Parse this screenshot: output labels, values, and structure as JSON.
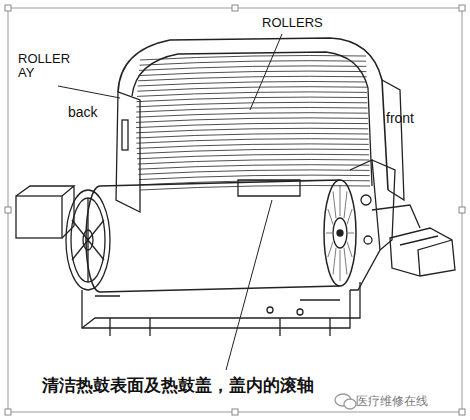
{
  "diagram": {
    "caption": "清洁热鼓表面及热鼓盖，盖内的滚轴",
    "labels": [
      "ROLLERS",
      "ROLLER AY",
      "back",
      "front",
      "医疗维修在线"
    ]
  }
}
